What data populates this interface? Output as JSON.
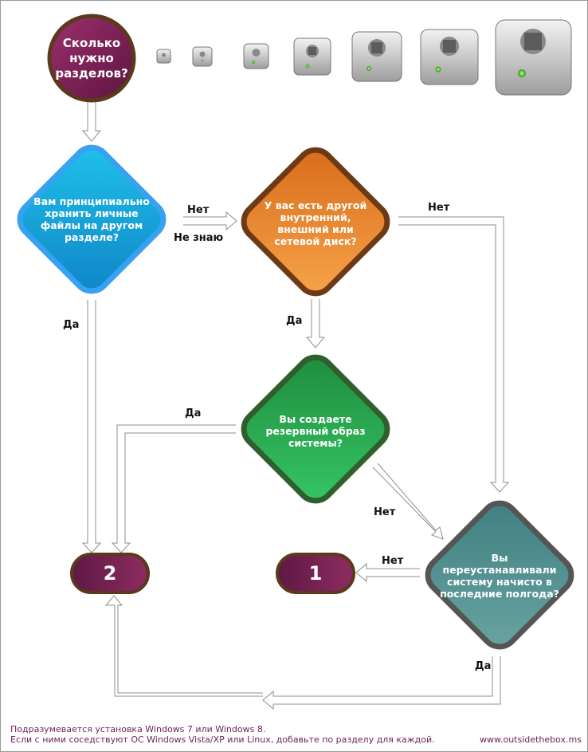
{
  "start": "Сколько нужно разделов?",
  "q1": "Вам принципиально хранить личные файлы на другом разделе?",
  "q2": "У вас есть другой внутренний, внешний или сетевой диск?",
  "q3": "Вы создаете резервный образ системы?",
  "q4": "Вы переустанавливали систему начисто в последние полгода?",
  "result_two": "2",
  "result_one": "1",
  "labels": {
    "q1_no": "Нет",
    "q1_dont_know": "Не знаю",
    "q1_yes": "Да",
    "q2_no": "Нет",
    "q2_yes": "Да",
    "q3_yes": "Да",
    "q3_no": "Нет",
    "q4_no": "Нет",
    "q4_yes": "Да"
  },
  "footer": {
    "line1": "Подразумевается установка Windows 7 или Windows 8.",
    "line2": "Если с ними соседствуют ОС Windows Vista/XP или Linux, добавьте по разделу для каждой.",
    "site": "www.outsidethebox.ms"
  },
  "colors": {
    "start_fill": "#7a1f55",
    "q1_fill": "#1fa8d8",
    "q2_fill": "#e8832a",
    "q3_fill": "#2fb25a",
    "q4_fill": "#4e8f8f",
    "result_fill": "#7a1f55"
  }
}
